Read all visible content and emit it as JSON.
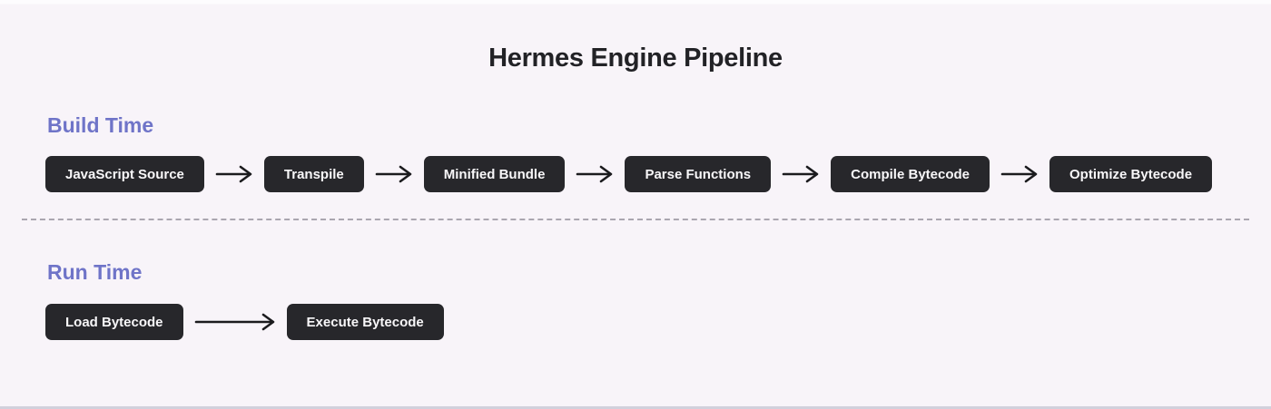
{
  "page": {
    "title": "Hermes Engine Pipeline"
  },
  "colors": {
    "background": "#f8f4f9",
    "node_background": "#27272b",
    "node_text": "#f8f7f9",
    "section_label": "#6f74c8",
    "title_text": "#222226",
    "arrow": "#1b1b1e",
    "divider_dash": "#aaa6b0",
    "bottom_edge": "#d1d0dc"
  },
  "sections": [
    {
      "id": "build-time",
      "label": "Build Time",
      "nodes": [
        "JavaScript Source",
        "Transpile",
        "Minified Bundle",
        "Parse Functions",
        "Compile Bytecode",
        "Optimize Bytecode"
      ]
    },
    {
      "id": "run-time",
      "label": "Run Time",
      "nodes": [
        "Load Bytecode",
        "Execute Bytecode"
      ]
    }
  ]
}
